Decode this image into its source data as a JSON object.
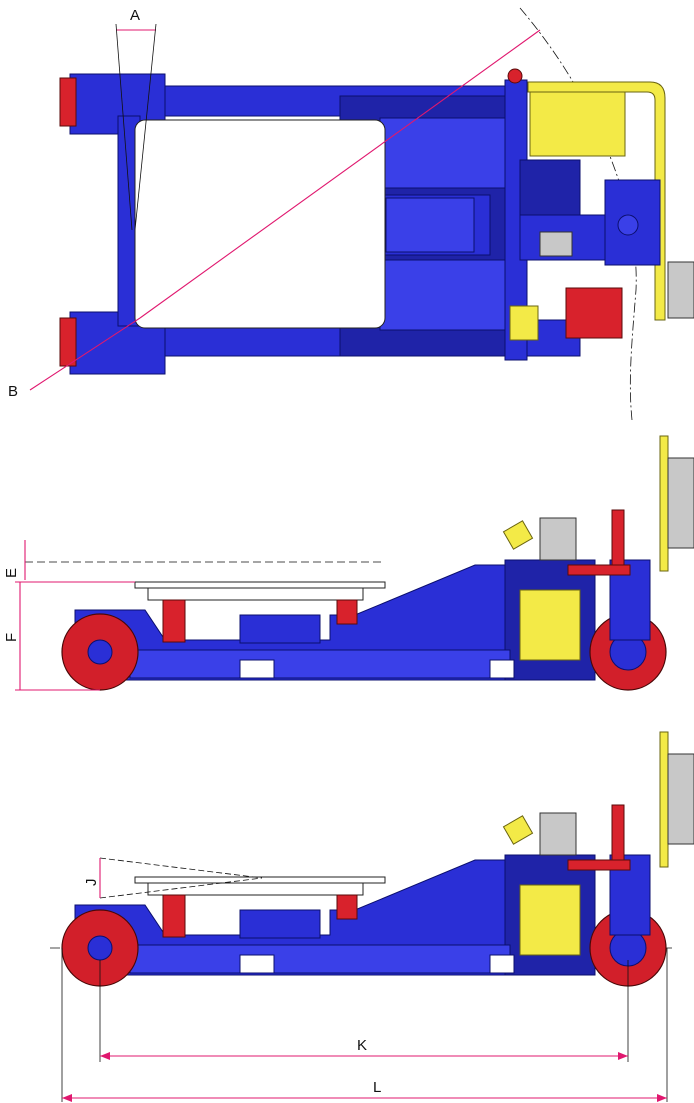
{
  "dimensions": {
    "A": "A",
    "B": "B",
    "E": "E",
    "F": "F",
    "J": "J",
    "K": "K",
    "L": "L"
  },
  "colors": {
    "frame": "#2a2fd6",
    "frame_dark": "#1f23a8",
    "wheel": "#d21f2a",
    "accent_yellow": "#f3ea47",
    "dimension_lines": "#e0186f",
    "panel_grey": "#c8c8c8"
  }
}
